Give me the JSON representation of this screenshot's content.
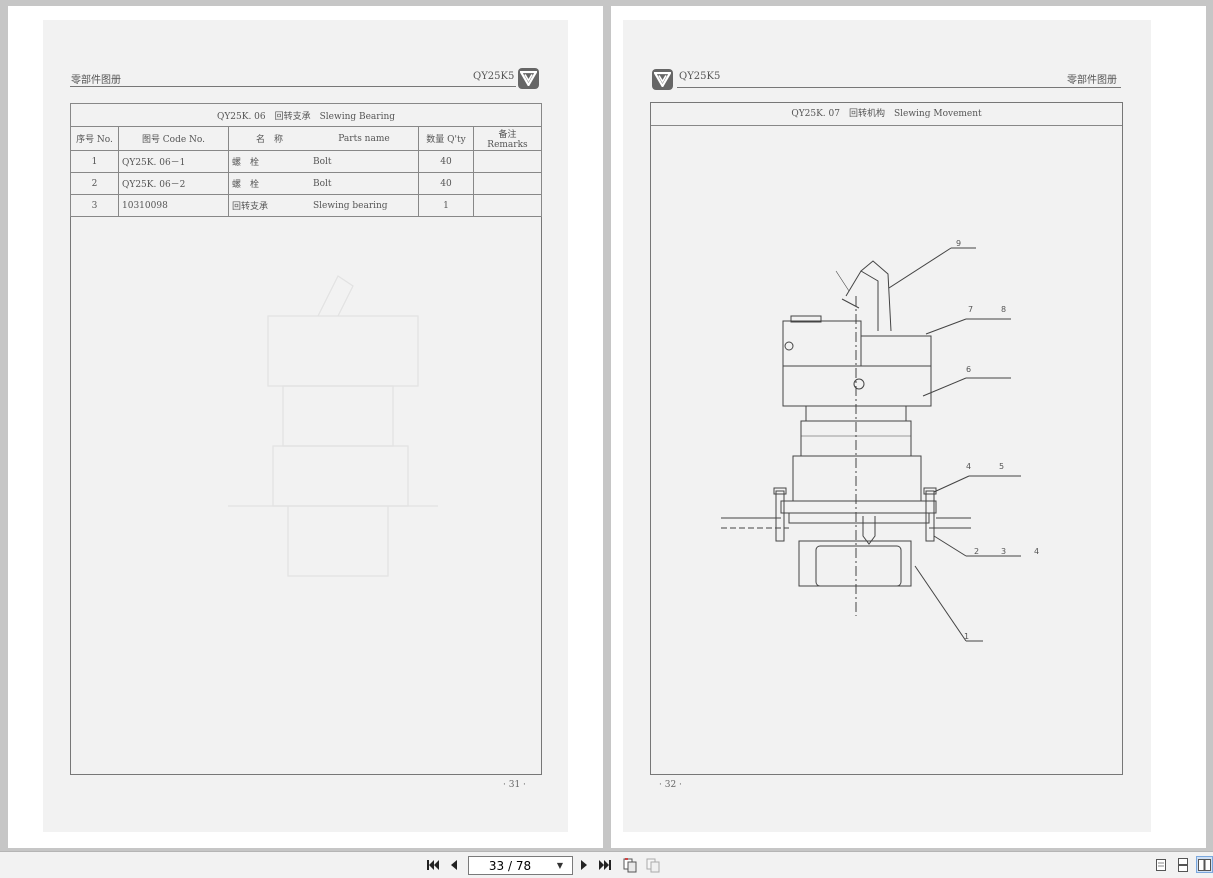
{
  "pages": {
    "left": {
      "header_left": "零部件图册",
      "header_right": "QY25K5",
      "table": {
        "title": "QY25K. 06　回转支承　Slewing Bearing",
        "columns": [
          "序号 No.",
          "图号 Code No.",
          "名　称",
          "Parts name",
          "数量 Q'ty",
          "备注 Remarks"
        ],
        "rows": [
          [
            "1",
            "QY25K. 06－1",
            "螺　栓",
            "Bolt",
            "40",
            ""
          ],
          [
            "2",
            "QY25K. 06－2",
            "螺　栓",
            "Bolt",
            "40",
            ""
          ],
          [
            "3",
            "10310098",
            "回转支承",
            "Slewing bearing",
            "1",
            ""
          ]
        ]
      },
      "page_number": "· 31 ·"
    },
    "right": {
      "header_left": "QY25K5",
      "header_right": "零部件图册",
      "table_title": "QY25K. 07　回转机构　Slewing Movement",
      "callouts": [
        "9",
        "7",
        "8",
        "6",
        "4",
        "5",
        "2",
        "3",
        "4",
        "1"
      ],
      "page_number": "· 32 ·"
    }
  },
  "toolbar": {
    "page_indicator": "33 / 78"
  }
}
